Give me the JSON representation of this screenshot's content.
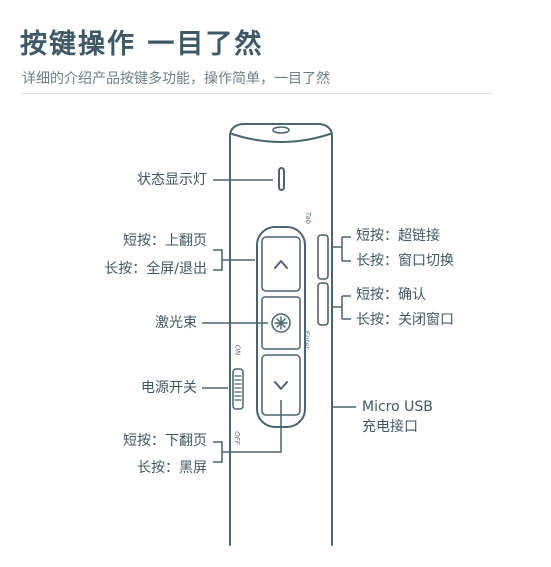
{
  "header": {
    "title": "按键操作 一目了然",
    "subtitle": "详细的介绍产品按键多功能，操作简单，一目了然"
  },
  "labels": {
    "status_light": "状态显示灯",
    "up_short": "短按：上翻页",
    "up_long": "长按：全屏/退出",
    "laser": "激光束",
    "power_switch": "电源开关",
    "down_short": "短按：下翻页",
    "down_long": "长按：黑屏",
    "tab_short": "短按：超链接",
    "tab_long": "长按：窗口切换",
    "enter_short": "短按：确认",
    "enter_long": "长按：关闭窗口",
    "usb_line1": "Micro USB",
    "usb_line2": "充电接口"
  },
  "device_text": {
    "tab": "Tab",
    "enter": "Enter",
    "on": "ON",
    "off": "OFF"
  },
  "colors": {
    "line": "#4a6470",
    "title": "#3f5865"
  }
}
